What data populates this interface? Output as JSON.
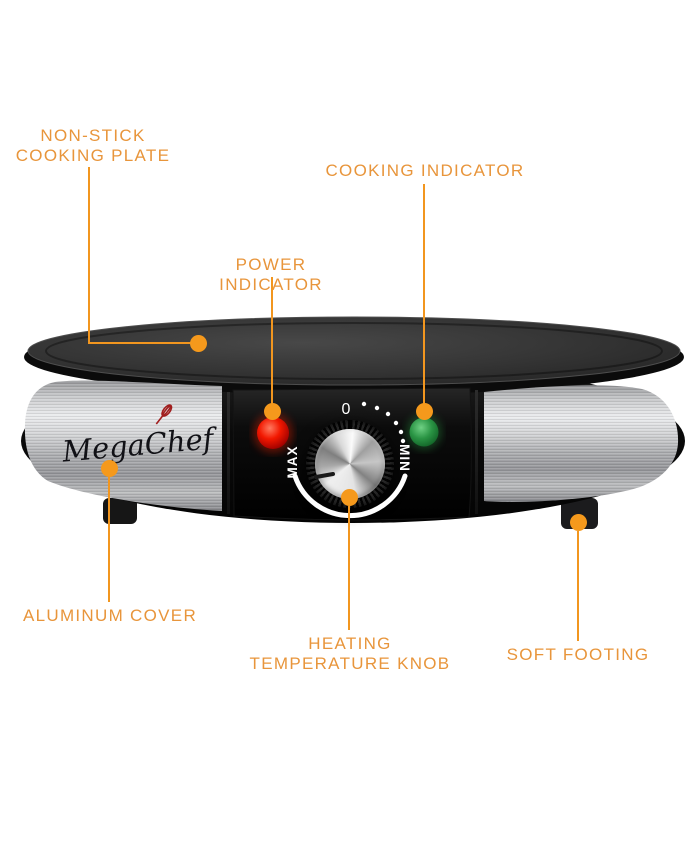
{
  "colors": {
    "accent_orange": "#F2961F",
    "label_text": "#E8953B",
    "power_light_red": "#E81400",
    "cooking_light_green": "#2E9140",
    "steel": "#C7C8CA",
    "plate_gray": "#3A3A3A"
  },
  "callouts": [
    {
      "id": "non-stick-cooking-plate",
      "label": "NON-STICK COOKING PLATE"
    },
    {
      "id": "cooking-indicator",
      "label": "COOKING INDICATOR"
    },
    {
      "id": "power-indicator",
      "label": "POWER INDICATOR"
    },
    {
      "id": "aluminum-cover",
      "label": "ALUMINUM COVER"
    },
    {
      "id": "heating-temperature-knob",
      "label": "HEATING TEMPERATURE KNOB"
    },
    {
      "id": "soft-footing",
      "label": "SOFT FOOTING"
    }
  ],
  "device": {
    "brand": "MegaChef",
    "dial": {
      "zero": "0",
      "max": "MAX",
      "min": "MIN"
    }
  }
}
